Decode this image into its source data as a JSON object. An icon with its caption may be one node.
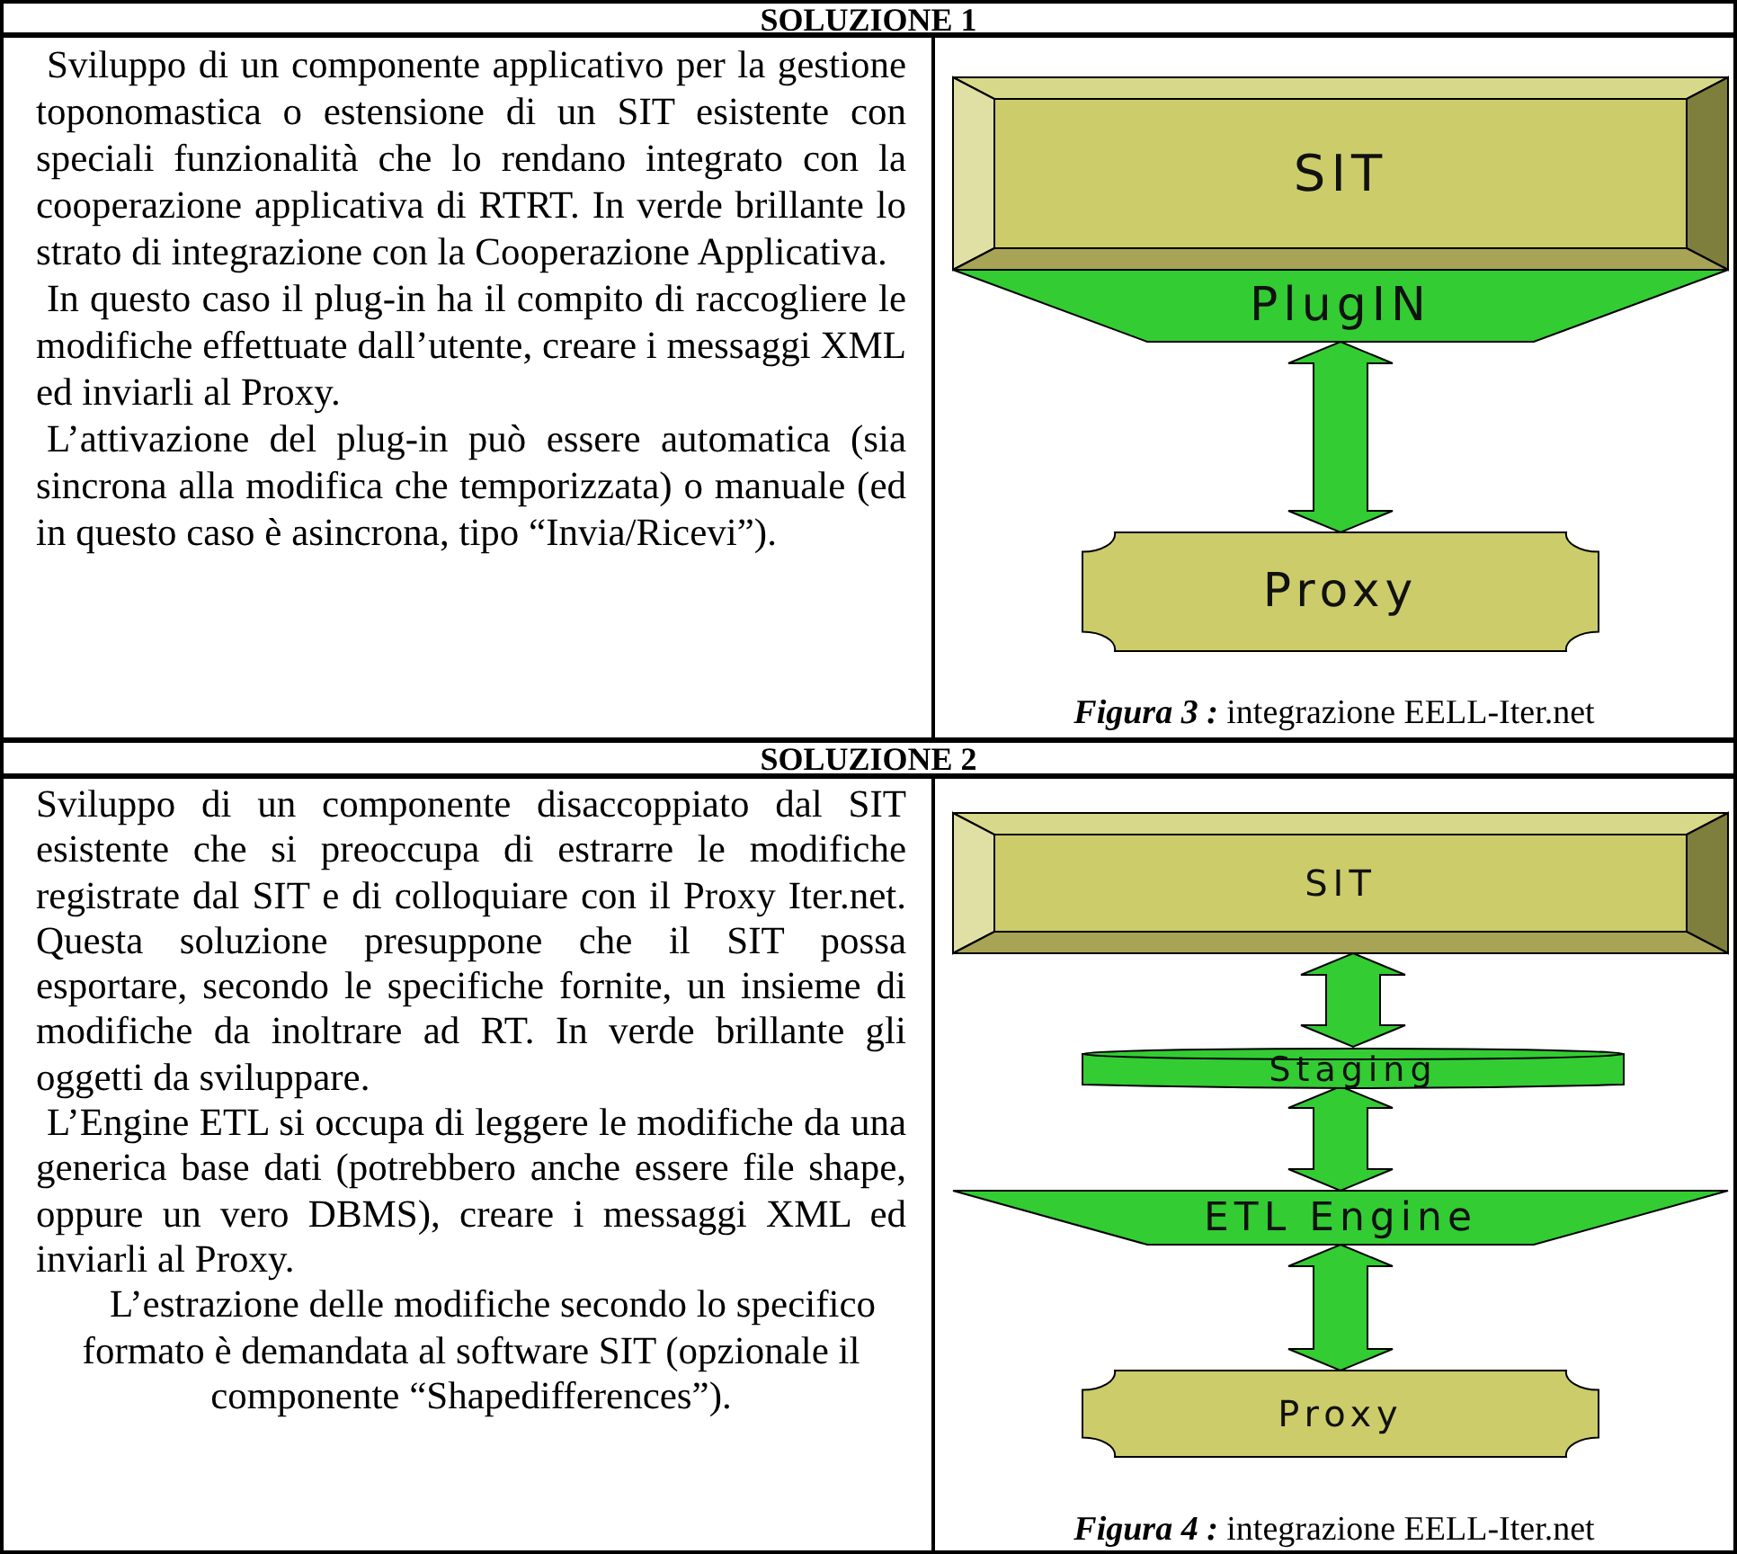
{
  "diagram": {
    "nodes": [
      {
        "text": [
          "SIT"
        ]
      },
      {
        "text": [
          "PlugIN"
        ]
      },
      {
        "text": [
          "Proxy"
        ]
      },
      {
        "text": [
          "SIT"
        ]
      },
      {
        "text": [
          "Staging"
        ]
      },
      {
        "text": [
          "ETL Engine"
        ]
      },
      {
        "text": [
          "Proxy"
        ]
      }
    ],
    "edges": [
      {
        "from": 1,
        "to": 2,
        "arrow": "both"
      },
      {
        "from": 3,
        "to": 4,
        "arrow": "both"
      },
      {
        "from": 4,
        "to": 5,
        "arrow": "both"
      },
      {
        "from": 5,
        "to": 6,
        "arrow": "both"
      }
    ],
    "labels": [
      "SOLUZIONE 1",
      "Sviluppo di un componente applicativo per la gestione toponomastica o estensione di un SIT esistente con speciali funzionalità che lo rendano integrato con la cooperazione applicativa di RTRT. In verde brillante lo strato di integrazione con la Cooperazione Applicativa.",
      "In questo caso il plug-in ha il compito di raccogliere le modifiche effettuate dall’utente, creare i messaggi XML ed inviarli al Proxy.",
      "L’attivazione del plug-in può essere automatica (sia sincrona alla modifica che temporizzata) o manuale (ed in questo caso è asincrona, tipo “Invia/Ricevi”).",
      "**Figura 3 :** integrazione EELL-Iter.net",
      "SOLUZIONE 2",
      "Sviluppo di un componente disaccoppiato dal SIT esistente che si preoccupa di estrarre le modifiche registrate dal SIT e di colloquiare con il Proxy Iter.net. Questa soluzione presuppone che il SIT possa esportare, secondo le specifiche fornite, un insieme di modifiche da inoltrare ad RT. In verde brillante gli oggetti da sviluppare.",
      "L’Engine ETL si occupa di leggere le modifiche da una generica base dati (potrebbero anche essere file shape, oppure un vero DBMS), creare i messaggi XML ed inviarli al Proxy.",
      "L’estrazione delle modifiche secondo lo specifico formato è demandata al software SIT (opzionale il componente “Shapedifferences”).",
      "**Figura 4 :** integrazione EELL-Iter.net"
    ]
  }
}
